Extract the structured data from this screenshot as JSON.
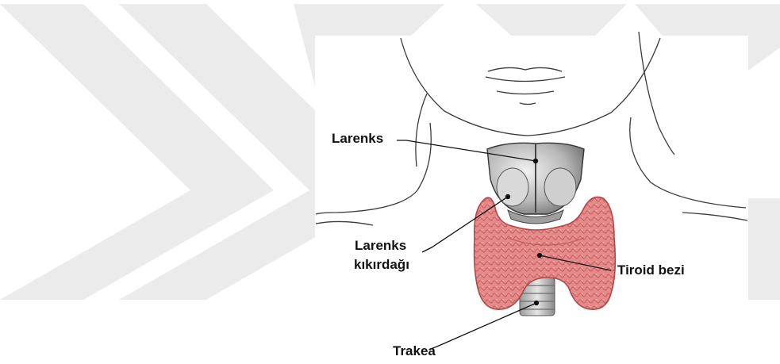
{
  "labels": {
    "larenks": "Larenks",
    "larenks_kikirdagi_line1": "Larenks",
    "larenks_kikirdagi_line2": "kıkırdağı",
    "tiroid_bezi": "Tiroid bezi",
    "trakea": "Trakea"
  },
  "colors": {
    "watermark": "#ececec",
    "outline": "#3a3a3a",
    "thyroid": "#e07a7a",
    "thyroid_dark": "#c25555",
    "cartilage": "#bdbdbd"
  }
}
